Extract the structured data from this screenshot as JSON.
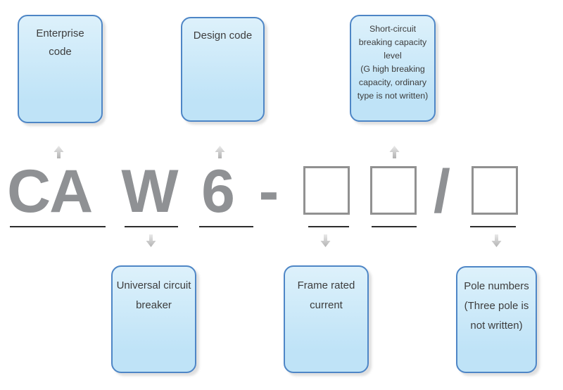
{
  "colors": {
    "box_border": "#4e86c6",
    "box_fill_top": "#ddf1fb",
    "box_fill_bottom": "#bfe3f7",
    "box_text": "#3d3d3d",
    "code_gray": "#8f9194",
    "underline": "#2d2d2d",
    "square_border": "#919191",
    "arrow_light": "#e9e9e9",
    "arrow_dark": "#b2b2b2"
  },
  "top_callouts": [
    {
      "id": "enterprise-code",
      "label": "Enterprise code"
    },
    {
      "id": "design-code",
      "label": "Design code"
    },
    {
      "id": "short-circuit-breaking-capacity",
      "label_main": "Short-circuit breaking capacity level",
      "label_note": "(G high breaking capacity, ordinary type is not written)"
    }
  ],
  "bottom_callouts": [
    {
      "id": "universal-circuit-breaker",
      "label": "Universal circuit breaker"
    },
    {
      "id": "frame-rated-current",
      "label": "Frame rated current"
    },
    {
      "id": "pole-numbers",
      "label": "Pole numbers (Three pole is not written)"
    }
  ],
  "model_code": {
    "enterprise_code": "CA",
    "breaker_code": "W",
    "design_code": "6",
    "dash": "-",
    "slash": "/",
    "frame_current_placeholders": 2,
    "pole_placeholders": 1
  }
}
